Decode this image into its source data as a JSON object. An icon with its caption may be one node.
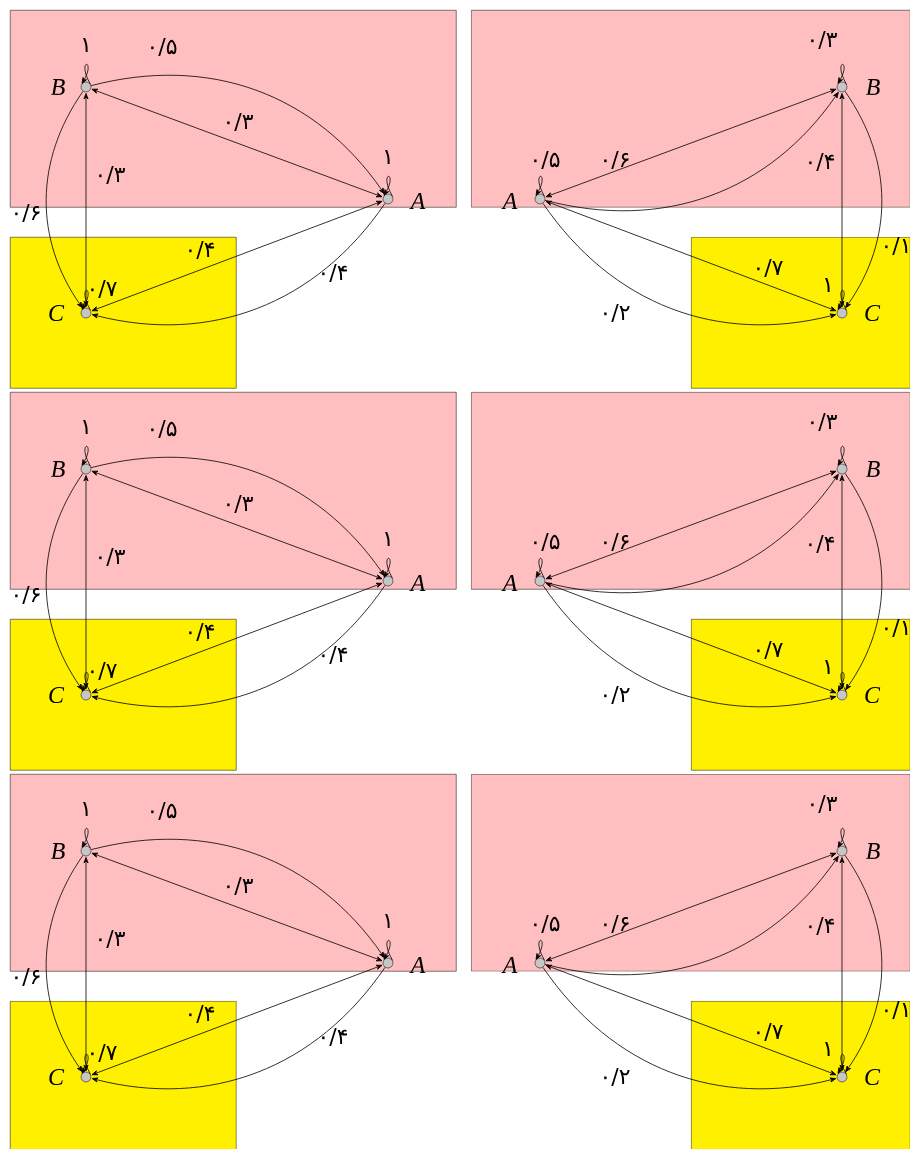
{
  "diagram": {
    "nodes": [
      {
        "text": [],
        "shape": "box"
      },
      {
        "text": [],
        "shape": "circle",
        "beside": [
          "B"
        ],
        "in": 0
      },
      {
        "text": [],
        "shape": "circle",
        "beside": [
          "A"
        ],
        "in": 0
      },
      {
        "text": [],
        "shape": "box"
      },
      {
        "text": [],
        "shape": "circle",
        "beside": [
          "C"
        ],
        "in": 3
      },
      {
        "text": [],
        "shape": "box"
      },
      {
        "text": [],
        "shape": "circle",
        "beside": [
          "B"
        ],
        "in": 5
      },
      {
        "text": [],
        "shape": "circle",
        "beside": [
          "A"
        ],
        "in": 5
      },
      {
        "text": [],
        "shape": "box"
      },
      {
        "text": [],
        "shape": "circle",
        "beside": [
          "C"
        ],
        "in": 8
      },
      {
        "text": [],
        "shape": "box"
      },
      {
        "text": [],
        "shape": "circle",
        "beside": [
          "B"
        ],
        "in": 10
      },
      {
        "text": [],
        "shape": "circle",
        "beside": [
          "A"
        ],
        "in": 10
      },
      {
        "text": [],
        "shape": "box"
      },
      {
        "text": [],
        "shape": "circle",
        "beside": [
          "C"
        ],
        "in": 13
      },
      {
        "text": [],
        "shape": "box"
      },
      {
        "text": [],
        "shape": "circle",
        "beside": [
          "B"
        ],
        "in": 15
      },
      {
        "text": [],
        "shape": "circle",
        "beside": [
          "A"
        ],
        "in": 15
      },
      {
        "text": [],
        "shape": "box"
      },
      {
        "text": [],
        "shape": "circle",
        "beside": [
          "C"
        ],
        "in": 18
      },
      {
        "text": [],
        "shape": "box"
      },
      {
        "text": [],
        "shape": "circle",
        "beside": [
          "B"
        ],
        "in": 20
      },
      {
        "text": [],
        "shape": "circle",
        "beside": [
          "A"
        ],
        "in": 20
      },
      {
        "text": [],
        "shape": "box"
      },
      {
        "text": [],
        "shape": "circle",
        "beside": [
          "C"
        ],
        "in": 23
      },
      {
        "text": [],
        "shape": "box"
      },
      {
        "text": [],
        "shape": "circle",
        "beside": [
          "B"
        ],
        "in": 25
      },
      {
        "text": [],
        "shape": "circle",
        "beside": [
          "A"
        ],
        "in": 25
      },
      {
        "text": [],
        "shape": "box"
      },
      {
        "text": [],
        "shape": "circle",
        "beside": [
          "C"
        ],
        "in": 28
      }
    ],
    "edges": [
      {
        "from": 1,
        "to": 1,
        "arrow": "to",
        "label": "۱"
      },
      {
        "from": 2,
        "to": 2,
        "arrow": "to",
        "label": "۱"
      },
      {
        "from": 4,
        "to": 4,
        "arrow": "to",
        "label": "۰/۷"
      },
      {
        "from": 1,
        "to": 2,
        "arrow": "to",
        "label": "۰/۵"
      },
      {
        "from": 1,
        "to": 2,
        "arrow": "both",
        "label": "۰/۳"
      },
      {
        "from": 1,
        "to": 4,
        "arrow": "both",
        "label": "۰/۳"
      },
      {
        "from": 1,
        "to": 4,
        "arrow": "to",
        "label": "۰/۶"
      },
      {
        "from": 4,
        "to": 2,
        "arrow": "both",
        "label": "۰/۴"
      },
      {
        "from": 2,
        "to": 4,
        "arrow": "to",
        "label": "۰/۴"
      },
      {
        "from": 6,
        "to": 6,
        "arrow": "to",
        "label": "۰/۳"
      },
      {
        "from": 7,
        "to": 7,
        "arrow": "to",
        "label": "۰/۵"
      },
      {
        "from": 9,
        "to": 9,
        "arrow": "to",
        "label": "۱"
      },
      {
        "from": 7,
        "to": 6,
        "arrow": "to"
      },
      {
        "from": 7,
        "to": 6,
        "arrow": "both",
        "label": "۰/۶"
      },
      {
        "from": 6,
        "to": 9,
        "arrow": "both",
        "label": "۰/۴"
      },
      {
        "from": 6,
        "to": 9,
        "arrow": "to",
        "label": "۰/۱"
      },
      {
        "from": 7,
        "to": 9,
        "arrow": "both",
        "label": "۰/۷"
      },
      {
        "from": 7,
        "to": 9,
        "arrow": "to",
        "label": "۰/۲"
      },
      {
        "from": 11,
        "to": 11,
        "arrow": "to",
        "label": "۱"
      },
      {
        "from": 12,
        "to": 12,
        "arrow": "to",
        "label": "۱"
      },
      {
        "from": 14,
        "to": 14,
        "arrow": "to",
        "label": "۰/۷"
      },
      {
        "from": 11,
        "to": 12,
        "arrow": "to",
        "label": "۰/۵"
      },
      {
        "from": 11,
        "to": 12,
        "arrow": "both",
        "label": "۰/۳"
      },
      {
        "from": 11,
        "to": 14,
        "arrow": "both",
        "label": "۰/۳"
      },
      {
        "from": 11,
        "to": 14,
        "arrow": "to",
        "label": "۰/۶"
      },
      {
        "from": 14,
        "to": 12,
        "arrow": "both",
        "label": "۰/۴"
      },
      {
        "from": 12,
        "to": 14,
        "arrow": "to",
        "label": "۰/۴"
      },
      {
        "from": 16,
        "to": 16,
        "arrow": "to",
        "label": "۰/۳"
      },
      {
        "from": 17,
        "to": 17,
        "arrow": "to",
        "label": "۰/۵"
      },
      {
        "from": 19,
        "to": 19,
        "arrow": "to",
        "label": "۱"
      },
      {
        "from": 17,
        "to": 16,
        "arrow": "to"
      },
      {
        "from": 17,
        "to": 16,
        "arrow": "both",
        "label": "۰/۶"
      },
      {
        "from": 16,
        "to": 19,
        "arrow": "both",
        "label": "۰/۴"
      },
      {
        "from": 16,
        "to": 19,
        "arrow": "to",
        "label": "۰/۱"
      },
      {
        "from": 17,
        "to": 19,
        "arrow": "both",
        "label": "۰/۷"
      },
      {
        "from": 17,
        "to": 19,
        "arrow": "to",
        "label": "۰/۲"
      },
      {
        "from": 21,
        "to": 21,
        "arrow": "to",
        "label": "۱"
      },
      {
        "from": 22,
        "to": 22,
        "arrow": "to",
        "label": "۱"
      },
      {
        "from": 24,
        "to": 24,
        "arrow": "to",
        "label": "۰/۷"
      },
      {
        "from": 21,
        "to": 22,
        "arrow": "to",
        "label": "۰/۵"
      },
      {
        "from": 21,
        "to": 22,
        "arrow": "both",
        "label": "۰/۳"
      },
      {
        "from": 21,
        "to": 24,
        "arrow": "both",
        "label": "۰/۳"
      },
      {
        "from": 21,
        "to": 24,
        "arrow": "to",
        "label": "۰/۶"
      },
      {
        "from": 24,
        "to": 22,
        "arrow": "both",
        "label": "۰/۴"
      },
      {
        "from": 22,
        "to": 24,
        "arrow": "to",
        "label": "۰/۴"
      },
      {
        "from": 26,
        "to": 26,
        "arrow": "to",
        "label": "۰/۳"
      },
      {
        "from": 27,
        "to": 27,
        "arrow": "to",
        "label": "۰/۵"
      },
      {
        "from": 29,
        "to": 29,
        "arrow": "to",
        "label": "۱"
      },
      {
        "from": 27,
        "to": 26,
        "arrow": "to"
      },
      {
        "from": 27,
        "to": 26,
        "arrow": "both",
        "label": "۰/۶"
      },
      {
        "from": 26,
        "to": 29,
        "arrow": "both",
        "label": "۰/۴"
      },
      {
        "from": 26,
        "to": 29,
        "arrow": "to",
        "label": "۰/۱"
      },
      {
        "from": 27,
        "to": 29,
        "arrow": "both",
        "label": "۰/۷"
      },
      {
        "from": 27,
        "to": 29,
        "arrow": "to",
        "label": "۰/۲"
      }
    ]
  }
}
